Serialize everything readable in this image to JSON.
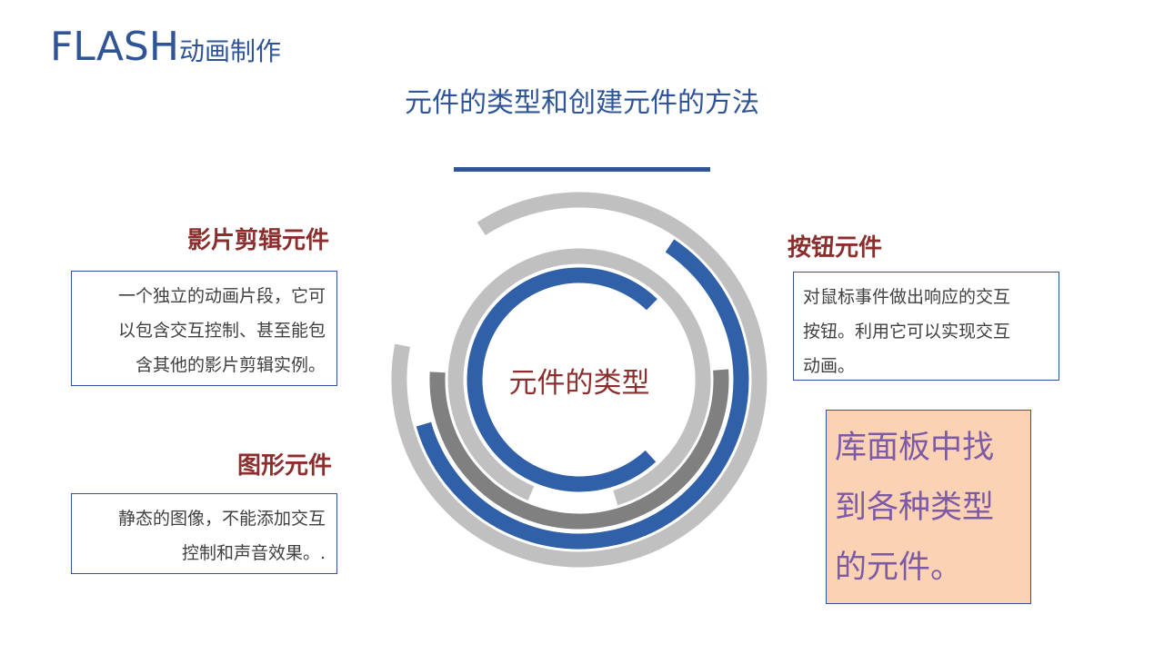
{
  "header": {
    "brand_big": "FLASH",
    "brand_small": "动画制作",
    "subtitle": "元件的类型和创建元件的方法"
  },
  "center_label": "元件的类型",
  "categories": {
    "movie_clip": {
      "title": "影片剪辑元件",
      "lines": [
        "一个独立的动画片段，它可",
        "以包含交互控制、甚至能包",
        "含其他的影片剪辑实例。"
      ]
    },
    "button": {
      "title": "按钮元件",
      "lines": [
        "对鼠标事件做出响应的交互",
        "按钮。利用它可以实现交互",
        "动画。"
      ]
    },
    "graphic": {
      "title": "图形元件",
      "lines": [
        "静态的图像，不能添加交互",
        "控制和声音效果。."
      ]
    }
  },
  "note": {
    "lines": [
      "库面板中找",
      "到各种类型",
      "的元件。"
    ]
  },
  "colors": {
    "blue": "#3060a8",
    "light_gray": "#c0c0c0",
    "dark_gray": "#808080",
    "title_red": "#8b2e2e",
    "note_bg": "#fbd3b4",
    "note_text": "#7c5aa6"
  }
}
